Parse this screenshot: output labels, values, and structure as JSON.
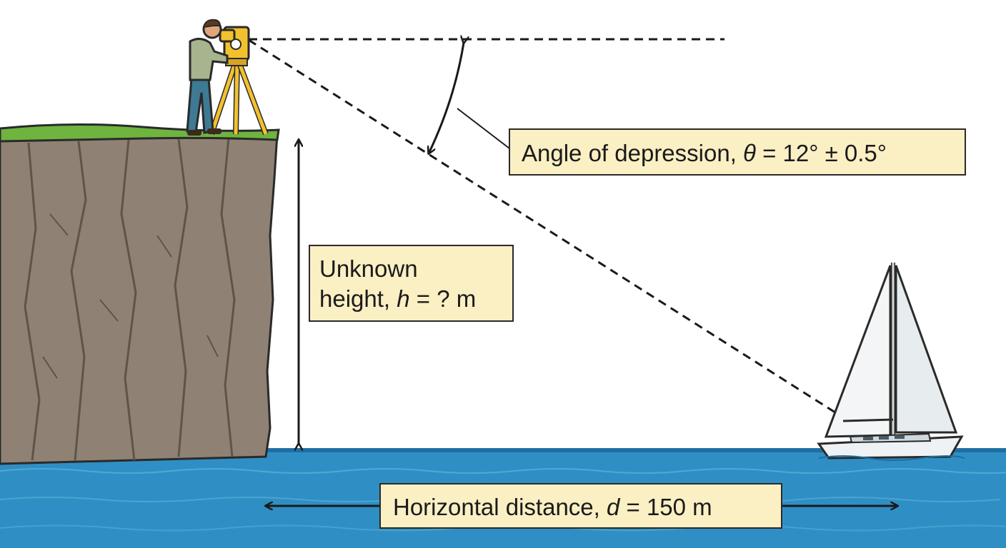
{
  "labels": {
    "angle": {
      "prefix": "Angle of depression, ",
      "symbol": "θ",
      "suffix": " = 12° ± 0.5°"
    },
    "height": {
      "line1": "Unknown",
      "line2_prefix": "height, ",
      "symbol": "h",
      "line2_suffix": " = ? m"
    },
    "distance": {
      "prefix": "Horizontal distance, ",
      "symbol": "d",
      "suffix": " = 150 m"
    }
  },
  "colors": {
    "sea": "#2f8fc4",
    "sea_light": "#5fb2dc",
    "cliff": "#8f8274",
    "cliff_shadow": "#6f6357",
    "grass": "#6eb43f",
    "tripod": "#f2c12e",
    "label_fill": "#fbefc4"
  },
  "icons": [
    "surveyor-figure",
    "theodolite-icon",
    "sailboat-icon"
  ]
}
